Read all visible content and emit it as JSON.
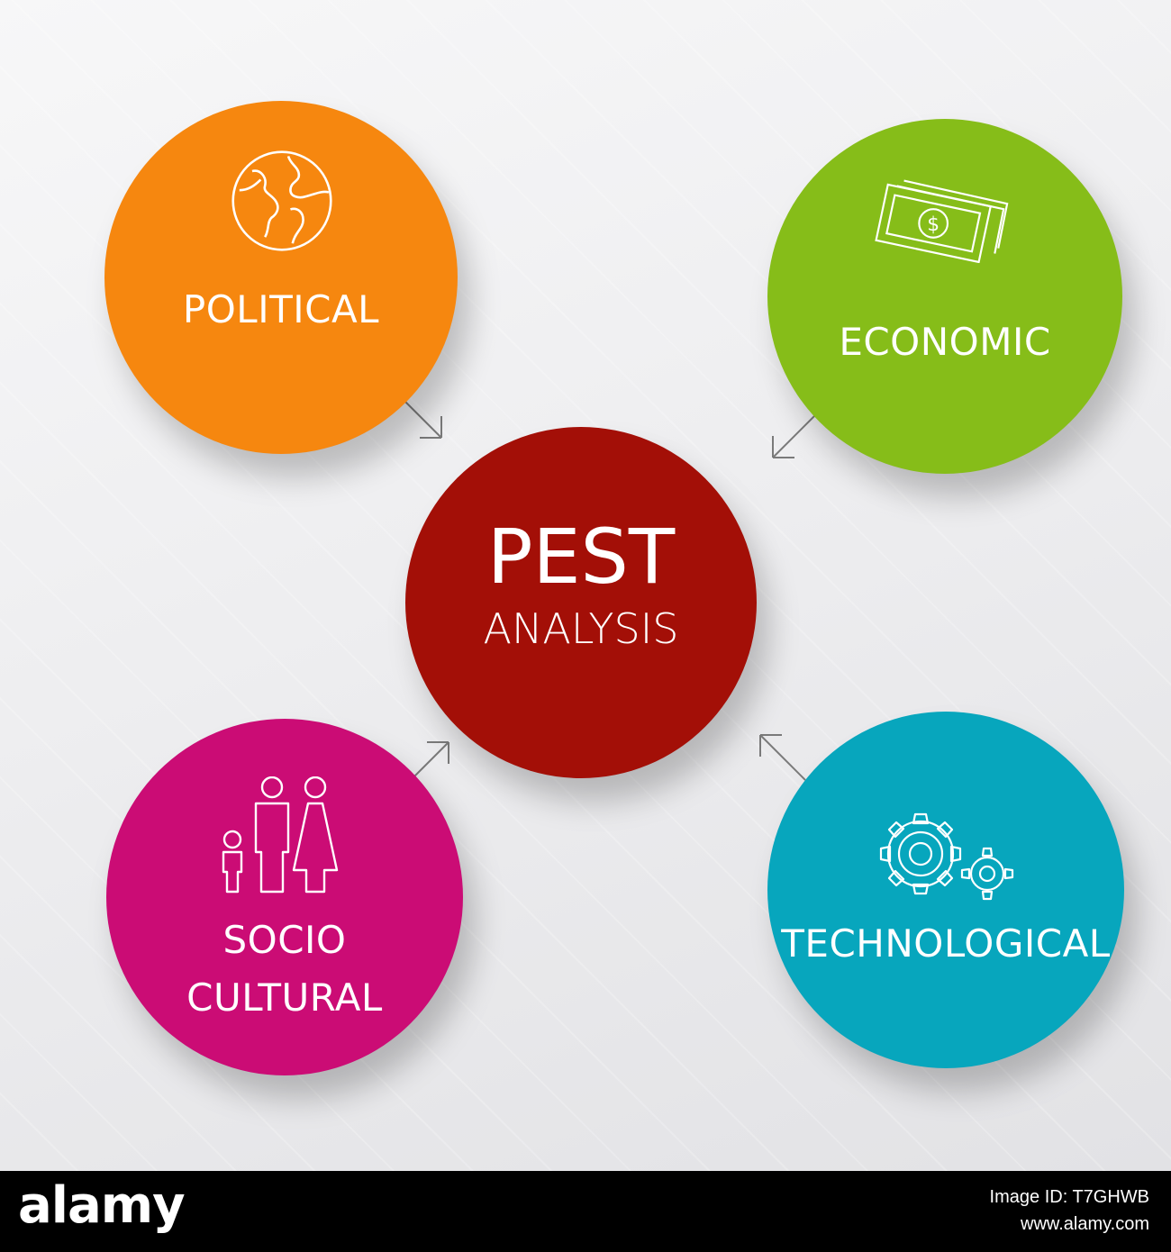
{
  "diagram": {
    "center": {
      "title": "PEST",
      "subtitle": "ANALYSIS",
      "color": "#a30f07"
    },
    "nodes": [
      {
        "id": "political",
        "label": "POLITICAL",
        "color": "#f6870f",
        "icon": "globe-icon"
      },
      {
        "id": "economic",
        "label": "ECONOMIC",
        "color": "#86bd19",
        "icon": "money-icon"
      },
      {
        "id": "socio",
        "label_line1": "SOCIO",
        "label_line2": "CULTURAL",
        "color": "#cb0c75",
        "icon": "family-icon"
      },
      {
        "id": "technological",
        "label": "TECHNOLOGICAL",
        "color": "#07a6bd",
        "icon": "gears-icon"
      }
    ]
  },
  "footer": {
    "logo": "alamy",
    "image_id_label": "Image ID: T7GHWB",
    "site": "www.alamy.com"
  }
}
